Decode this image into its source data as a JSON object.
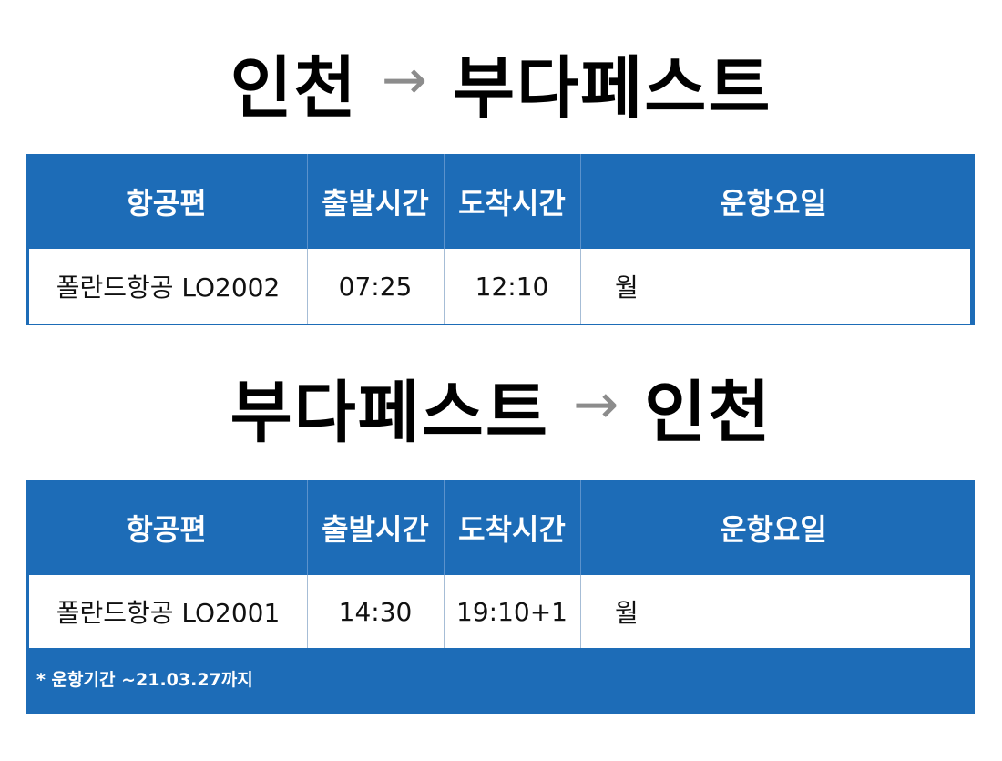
{
  "routes": [
    {
      "title": {
        "from": "인천",
        "arrow": "→",
        "to": "부다페스트"
      },
      "headers": [
        "항공편",
        "출발시간",
        "도착시간",
        "운항요일"
      ],
      "row": {
        "flight": "폴란드항공 LO2002",
        "departure": "07:25",
        "arrival": "12:10",
        "days": "월"
      }
    },
    {
      "title": {
        "from": "부다페스트",
        "arrow": "→",
        "to": "인천"
      },
      "headers": [
        "항공편",
        "출발시간",
        "도착시간",
        "운항요일"
      ],
      "row": {
        "flight": "폴란드항공 LO2001",
        "departure": "14:30",
        "arrival": "19:10+1",
        "days": "월"
      },
      "note": "* 운항기간 ~21.03.27까지"
    }
  ],
  "colors": {
    "header_blue": "#1d6cb7",
    "arrow_gray": "#8c8c8c"
  }
}
